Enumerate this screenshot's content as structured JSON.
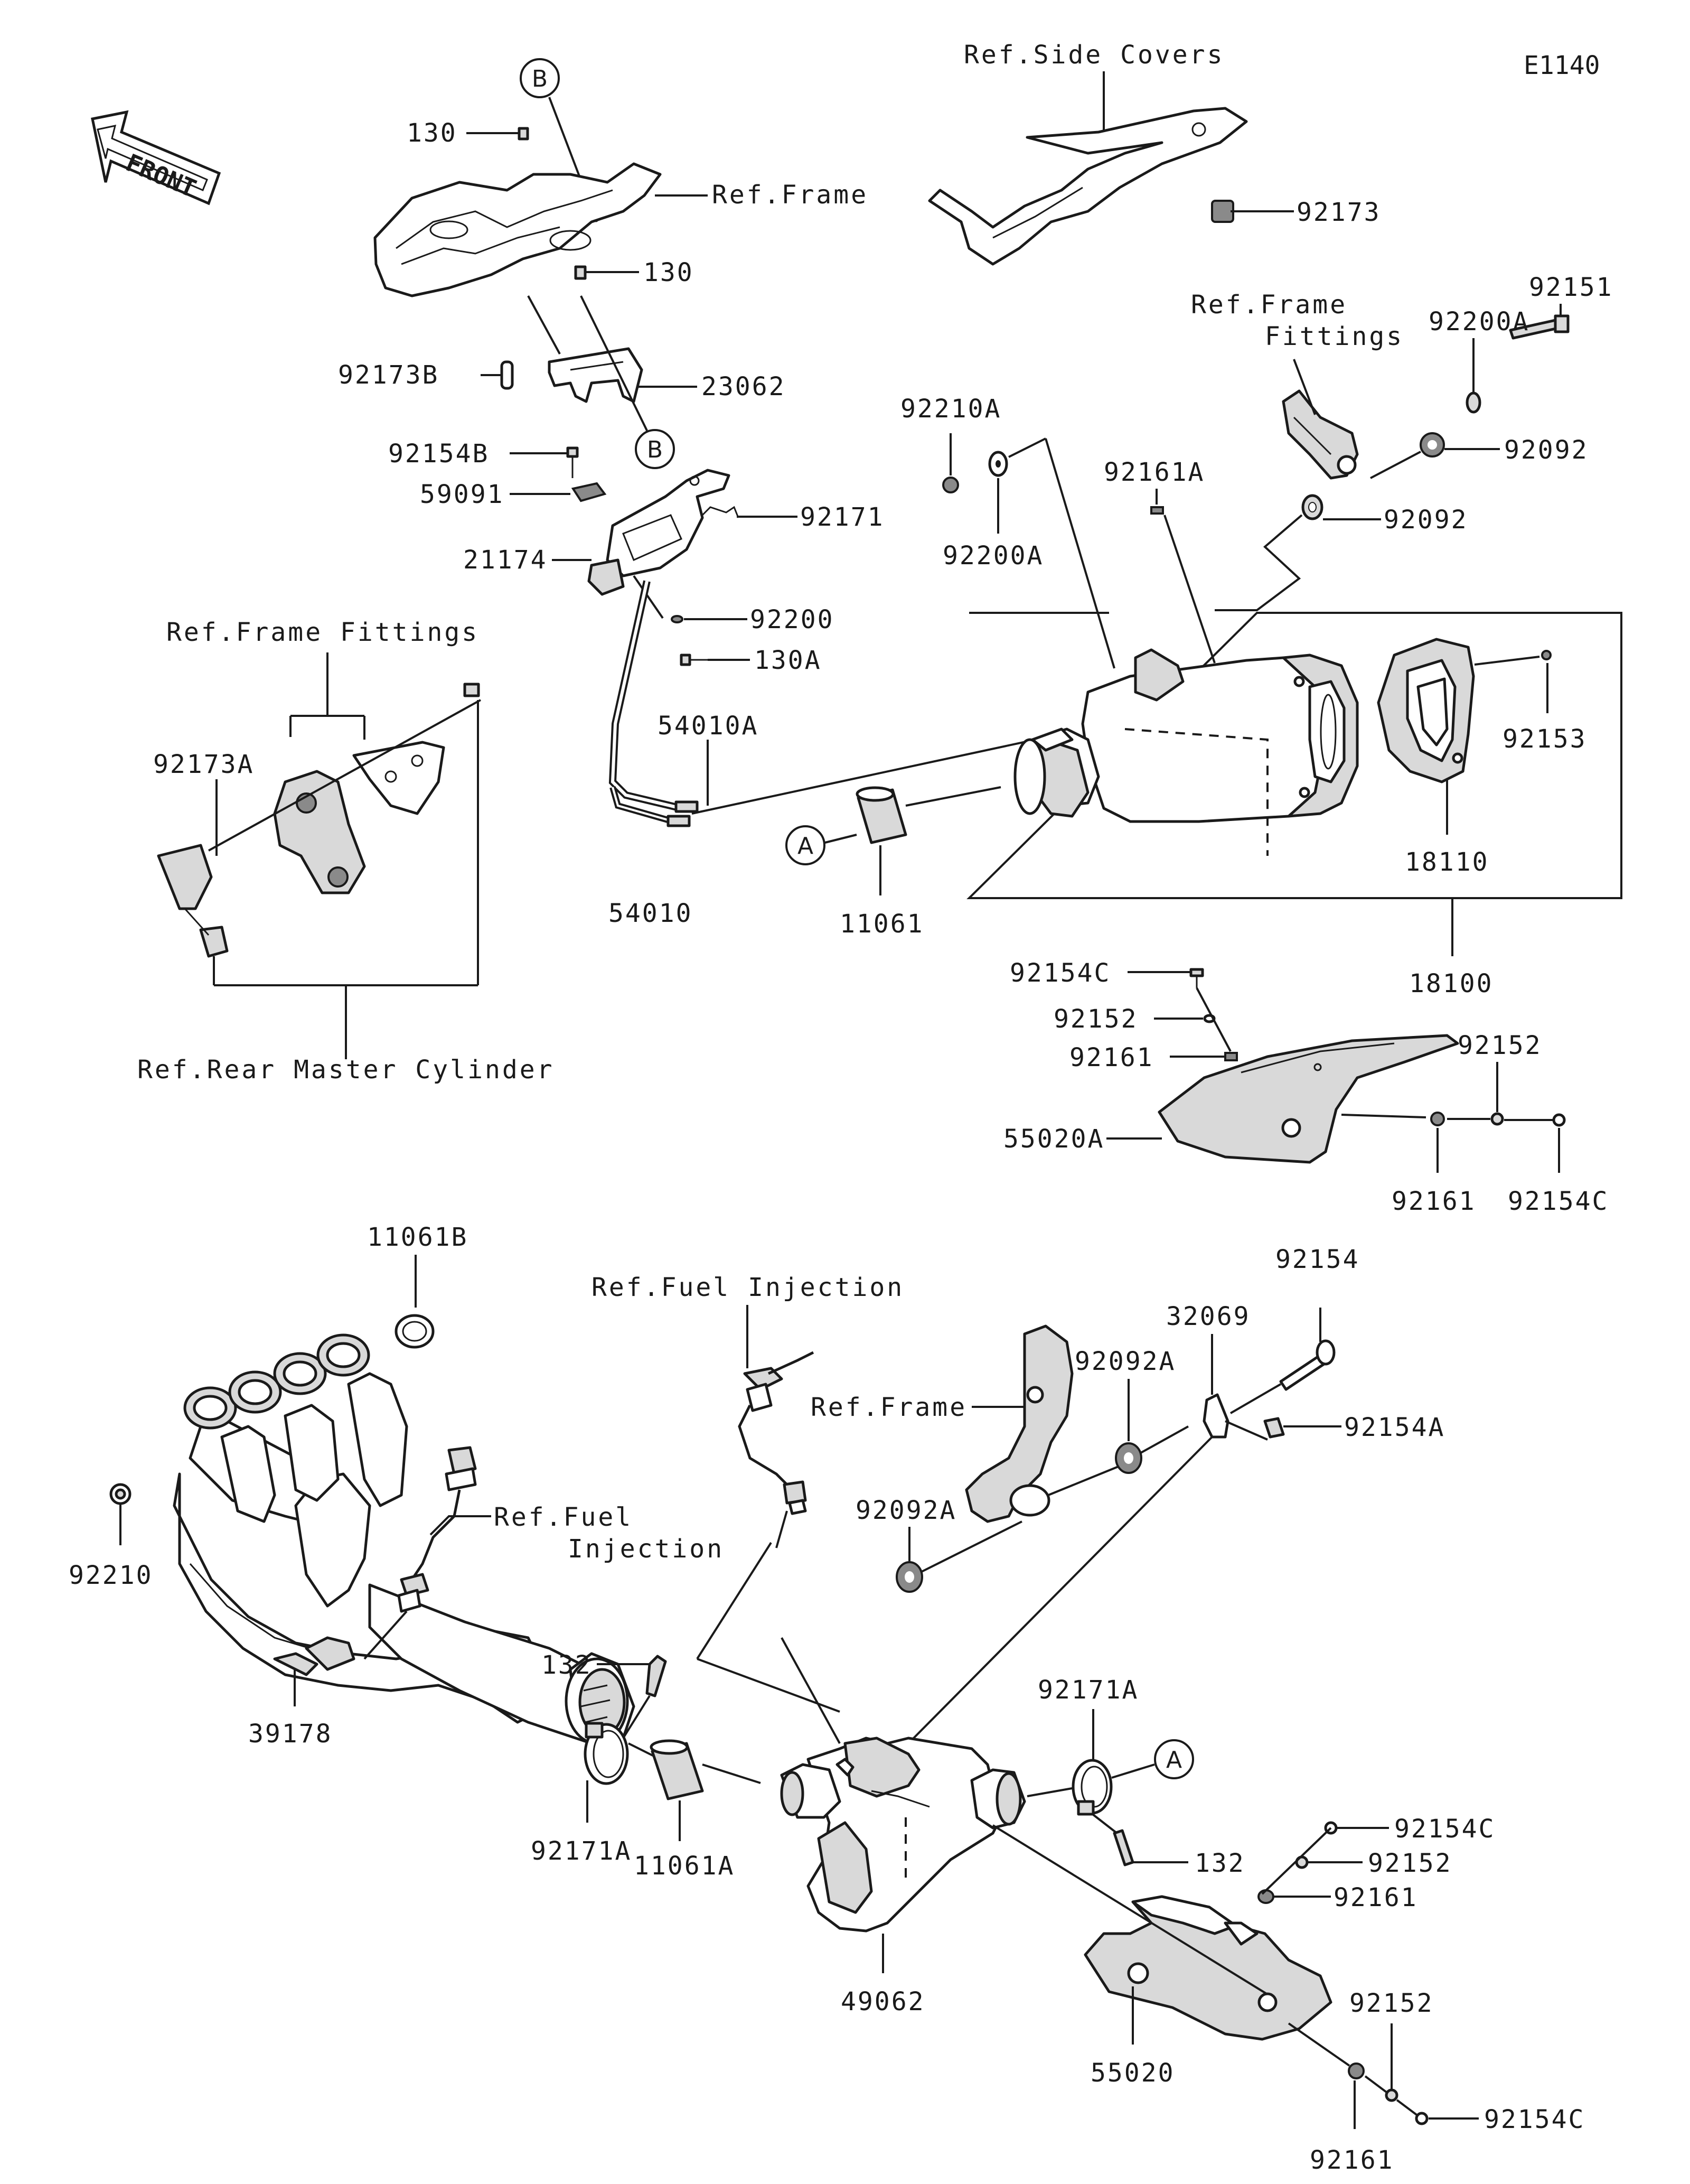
{
  "diagram_code": "E1140",
  "front_label": "FRONT",
  "callouts": {
    "a": "A",
    "b": "B"
  },
  "refs": {
    "side_covers": "Ref.Side Covers",
    "frame_top": "Ref.Frame",
    "frame_fittings_right_1": "Ref.Frame",
    "frame_fittings_right_2": "Fittings",
    "frame_fittings_left": "Ref.Frame Fittings",
    "rear_master_cylinder": "Ref.Rear Master Cylinder",
    "fuel_injection_top": "Ref.Fuel Injection",
    "fuel_injection_left_1": "Ref.Fuel",
    "fuel_injection_left_2": "Injection",
    "frame_bottom": "Ref.Frame"
  },
  "parts": {
    "p130_top": "130",
    "p130_mid": "130",
    "p92173B": "92173B",
    "p23062": "23062",
    "p92154B": "92154B",
    "p59091": "59091",
    "p21174": "21174",
    "p92171": "92171",
    "p92200": "92200",
    "p130A": "130A",
    "p54010A": "54010A",
    "p54010": "54010",
    "p92173A": "92173A",
    "p92173_top": "92173",
    "p92151": "92151",
    "p92200A_top": "92200A",
    "p92092_upper": "92092",
    "p92092_lower": "92092",
    "p92210A": "92210A",
    "p92200A_mid": "92200A",
    "p92161A": "92161A",
    "p92153": "92153",
    "p18110": "18110",
    "p18100": "18100",
    "p11061": "11061",
    "p92154C_top": "92154C",
    "p92152_top_left": "92152",
    "p92161_top_left": "92161",
    "p55020A": "55020A",
    "p92152_top_right": "92152",
    "p92161_top_right": "92161",
    "p92154C_top_right": "92154C",
    "p11061B": "11061B",
    "p92210": "92210",
    "p39178": "39178",
    "p132_left": "132",
    "p92171A_left": "92171A",
    "p11061A": "11061A",
    "p92154": "92154",
    "p32069": "32069",
    "p92092A_upper": "92092A",
    "p92154A": "92154A",
    "p92092A_lower": "92092A",
    "p92171A_right": "92171A",
    "p132_right": "132",
    "p49062": "49062",
    "p92154C_bottom": "92154C",
    "p92152_bottom": "92152",
    "p92161_bottom": "92161",
    "p55020": "55020",
    "p92152_bottom_right": "92152",
    "p92161_bottom_right": "92161",
    "p92154C_bottom_right": "92154C"
  }
}
